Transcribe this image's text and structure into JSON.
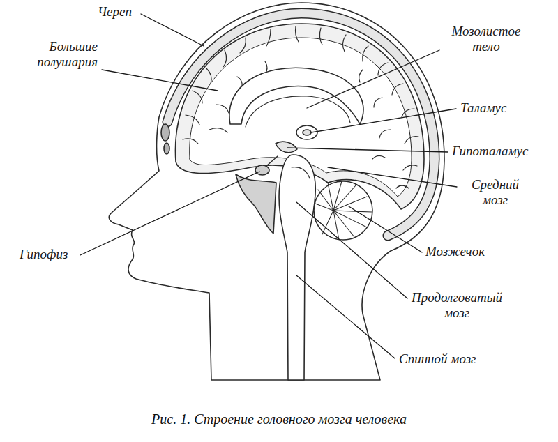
{
  "diagram": {
    "caption": "Рис. 1. Строение головного мозга человека",
    "labels": [
      "Череп",
      "Большие полушария",
      "Мозолистое тело",
      "Таламус",
      "Гипоталамус",
      "Средний мозг",
      "Мозжечок",
      "Продолговатый мозг",
      "Спинной мозг",
      "Гипофиз"
    ]
  }
}
